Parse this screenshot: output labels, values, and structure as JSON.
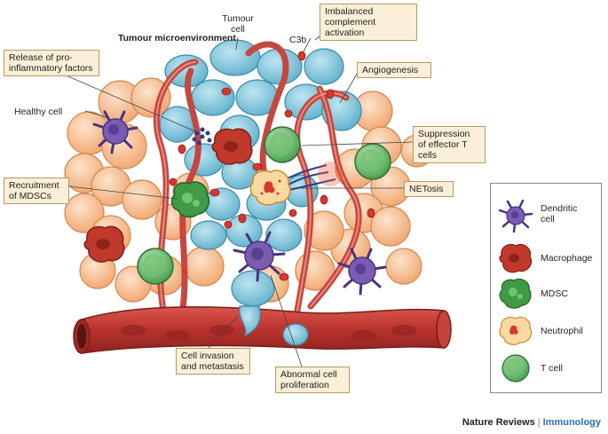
{
  "title": "Tumour microenvironment",
  "labels": {
    "tumour_cell": "Tumour cell",
    "c3b": "C3b",
    "healthy_cell": "Healthy cell"
  },
  "callouts": {
    "complement": "Imbalanced complement activation",
    "inflammatory": "Release of pro-inflammatory factors",
    "angiogenesis": "Angiogenesis",
    "suppression": "Suppression of effector T cells",
    "mdsc_recruit": "Recruitment of MDSCs",
    "netosis": "NETosis",
    "invasion": "Cell invasion and metastasis",
    "proliferation": "Abnormal cell proliferation"
  },
  "legend": [
    {
      "label": "Dendritic cell",
      "icon": "dendritic-cell-icon",
      "color": "#6a4fa0"
    },
    {
      "label": "Macrophage",
      "icon": "macrophage-icon",
      "color": "#c0392b"
    },
    {
      "label": "MDSC",
      "icon": "mdsc-icon",
      "color": "#3f9b45"
    },
    {
      "label": "Neutrophil",
      "icon": "neutrophil-icon",
      "color": "#f4b45a"
    },
    {
      "label": "T cell",
      "icon": "t-cell-icon",
      "color": "#4aa657"
    }
  ],
  "footer": {
    "publisher": "Nature Reviews",
    "separator": "|",
    "journal": "Immunology"
  },
  "colors": {
    "tumour_cell": "#7ec3d8",
    "healthy_cell": "#f4b27e",
    "vessel": "#c8463f",
    "callout_fill": "#fbefd8"
  }
}
